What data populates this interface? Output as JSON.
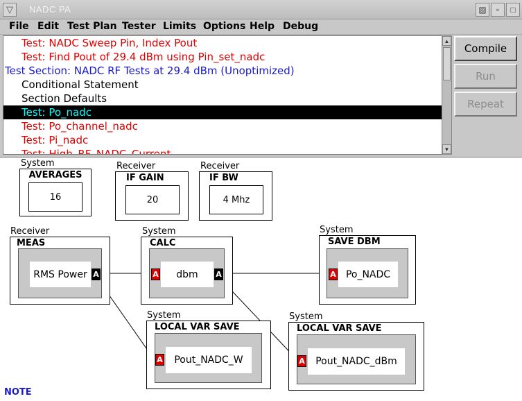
{
  "window": {
    "title": "NADC PA"
  },
  "menu": [
    "File",
    "Edit",
    "Test Plan",
    "Tester",
    "Limits",
    "Options",
    "Help",
    "Debug"
  ],
  "list": {
    "rows": [
      {
        "text": "Test: NADC Sweep Pin, Index Pout",
        "color": "#e00000",
        "indent": 1,
        "selected": false
      },
      {
        "text": "Test: Find Pout of 29.4 dBm using Pin_set_nadc",
        "color": "#e00000",
        "indent": 1,
        "selected": false
      },
      {
        "text": "Test Section: NADC RF Tests at 29.4 dBm (Unoptimized)",
        "color": "#1a1acc",
        "indent": 0,
        "selected": false
      },
      {
        "text": "Conditional Statement",
        "color": "#000000",
        "indent": 1,
        "selected": false
      },
      {
        "text": "Section Defaults",
        "color": "#000000",
        "indent": 1,
        "selected": false
      },
      {
        "text": "Test: Po_nadc",
        "color": "#00ffff",
        "indent": 1,
        "selected": true
      },
      {
        "text": "Test: Po_channel_nadc",
        "color": "#e00000",
        "indent": 1,
        "selected": false
      },
      {
        "text": "Test: Pi_nadc",
        "color": "#e00000",
        "indent": 1,
        "selected": false
      },
      {
        "text": "Test: High_RF_NADC_Current",
        "color": "#e00000",
        "indent": 1,
        "selected": false
      }
    ]
  },
  "buttons": {
    "compile": "Compile",
    "run": "Run",
    "repeat": "Repeat"
  },
  "blocks": {
    "averages": {
      "group": "System",
      "title": "AVERAGES",
      "value": "16"
    },
    "if_gain": {
      "group": "Receiver",
      "title": "IF GAIN",
      "value": "20"
    },
    "if_bw": {
      "group": "Receiver",
      "title": "IF BW",
      "value": "4 Mhz"
    },
    "meas": {
      "group": "Receiver",
      "title": "MEAS",
      "label": "RMS Power"
    },
    "calc": {
      "group": "System",
      "title": "CALC",
      "label": "dbm"
    },
    "save_dbm": {
      "group": "System",
      "title": "SAVE DBM",
      "label": "Po_NADC"
    },
    "local_w": {
      "group": "System",
      "title": "LOCAL VAR SAVE",
      "label": "Pout_NADC_W"
    },
    "local_dbm": {
      "group": "System",
      "title": "LOCAL VAR SAVE",
      "label": "Pout_NADC_dBm"
    }
  },
  "port_glyph": "A",
  "note": "NOTE"
}
